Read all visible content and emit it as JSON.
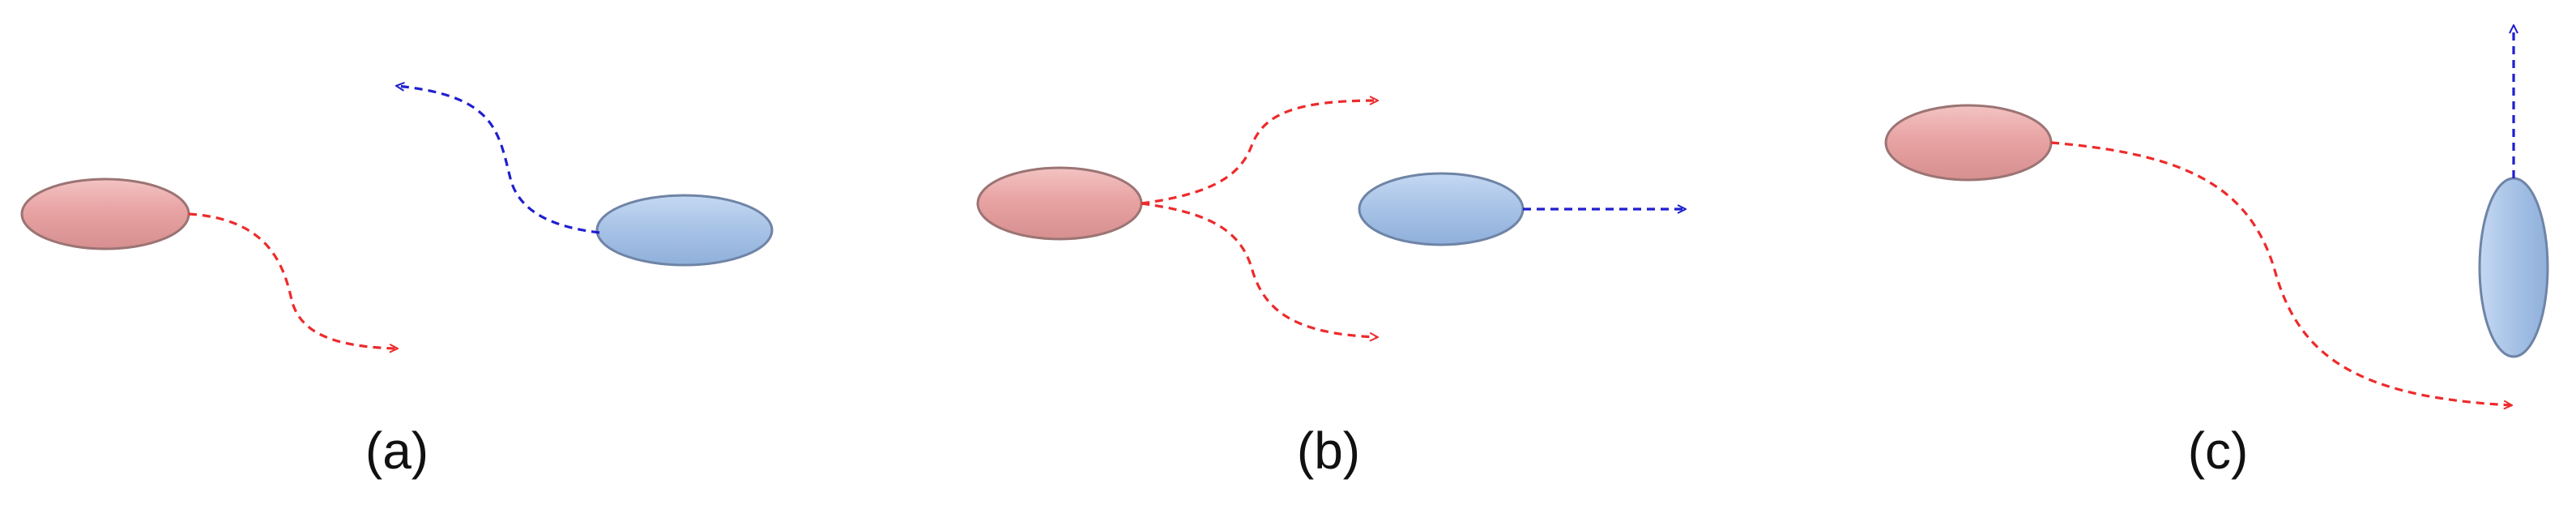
{
  "colors": {
    "red_arrow": "#ee2a2a",
    "blue_arrow": "#1f1fcf",
    "red_body_fill": "#e8a3a3",
    "red_body_edge": "#9c7474",
    "blue_body_fill": "#a7c2e6",
    "blue_body_edge": "#6f84a6"
  },
  "panels": [
    {
      "label": "(a)"
    },
    {
      "label": "(b)"
    },
    {
      "label": "(c)"
    }
  ]
}
